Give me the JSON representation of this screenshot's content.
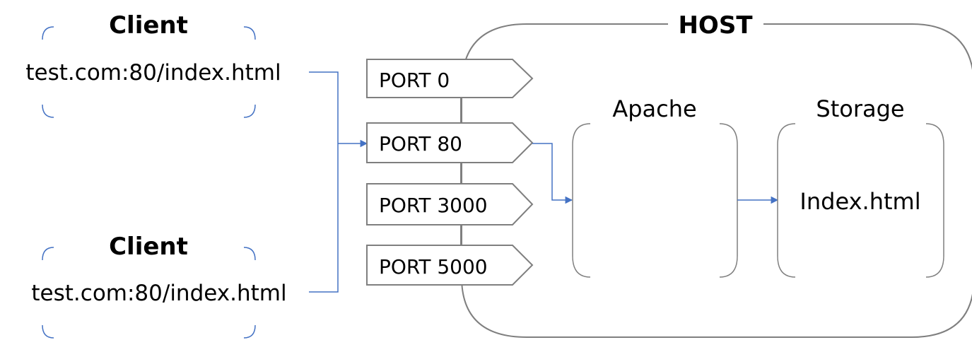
{
  "colors": {
    "outline": "#7f7f7f",
    "connector": "#4472c4",
    "bracket": "#4472c4",
    "text": "#000000"
  },
  "clients": [
    {
      "title": "Client",
      "url": "test.com:80/index.html"
    },
    {
      "title": "Client",
      "url": "test.com:80/index.html"
    }
  ],
  "host": {
    "title": "HOST",
    "ports": [
      {
        "label": "PORT 0"
      },
      {
        "label": "PORT 80"
      },
      {
        "label": "PORT 3000"
      },
      {
        "label": "PORT 5000"
      }
    ],
    "apache": {
      "title": "Apache"
    },
    "storage": {
      "title": "Storage",
      "file": "Index.html"
    }
  }
}
